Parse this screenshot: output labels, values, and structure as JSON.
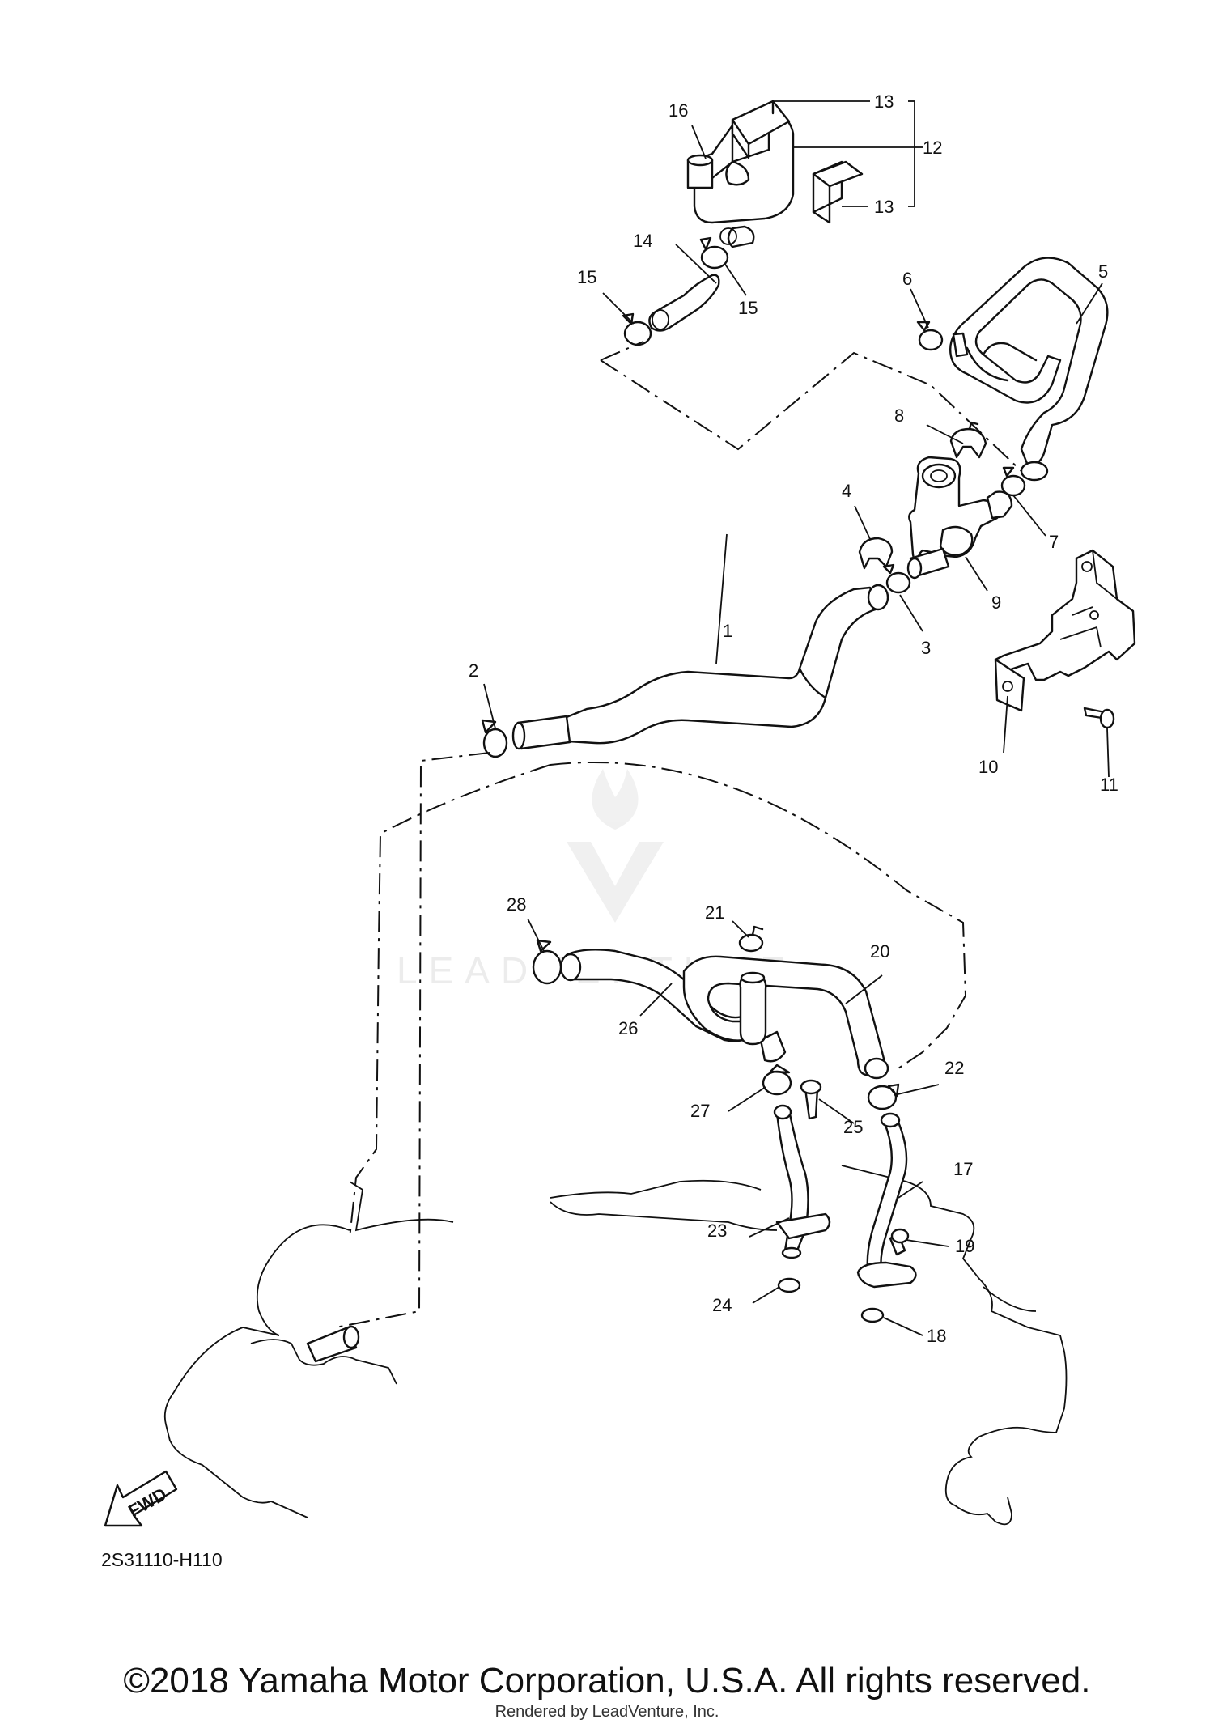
{
  "diagram": {
    "drawing_code": "2S31110-H110",
    "fwd_label": "FWD",
    "watermark": "LEADVENTURE",
    "copyright": "©2018 Yamaha Motor Corporation, U.S.A. All rights reserved.",
    "rendered_by": "Rendered by LeadVenture, Inc.",
    "callouts": [
      "1",
      "2",
      "3",
      "4",
      "5",
      "6",
      "7",
      "8",
      "9",
      "10",
      "11",
      "12",
      "13",
      "13",
      "14",
      "15",
      "15",
      "16",
      "17",
      "18",
      "19",
      "20",
      "21",
      "22",
      "23",
      "24",
      "25",
      "26",
      "27",
      "28"
    ]
  }
}
